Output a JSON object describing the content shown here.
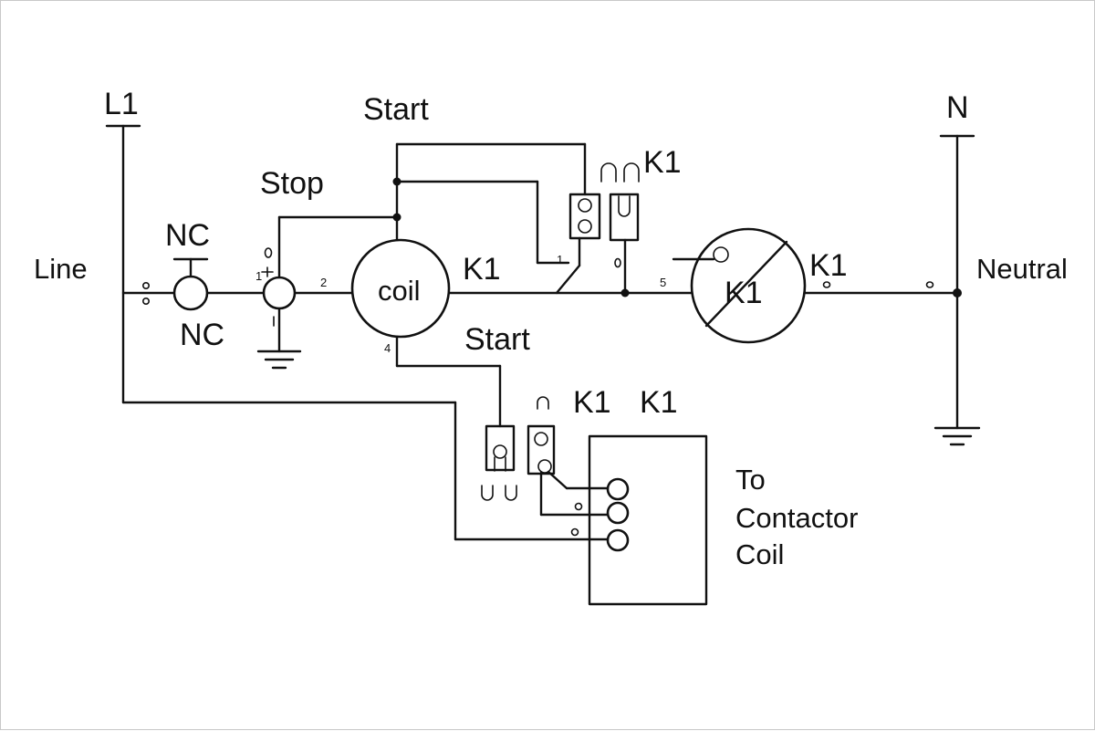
{
  "labels": {
    "l1": "L1",
    "n": "N",
    "line": "Line",
    "neutral": "Neutral",
    "nc_top": "NC",
    "nc_bottom": "NC",
    "stop": "Stop",
    "start_top": "Start",
    "start_bottom": "Start",
    "coil": "coil",
    "k1_coil_out": "K1",
    "k1_top": "K1",
    "k1_relay": "K1",
    "k1_right": "K1",
    "k1_lower_a": "K1",
    "k1_lower_b": "K1",
    "contactor_line1": "To",
    "contactor_line2": "Contactor",
    "contactor_line3": "Coil"
  },
  "terminals": {
    "t1": "1",
    "t2": "2",
    "t4": "4",
    "t1_contact": "1",
    "t5": "5"
  }
}
